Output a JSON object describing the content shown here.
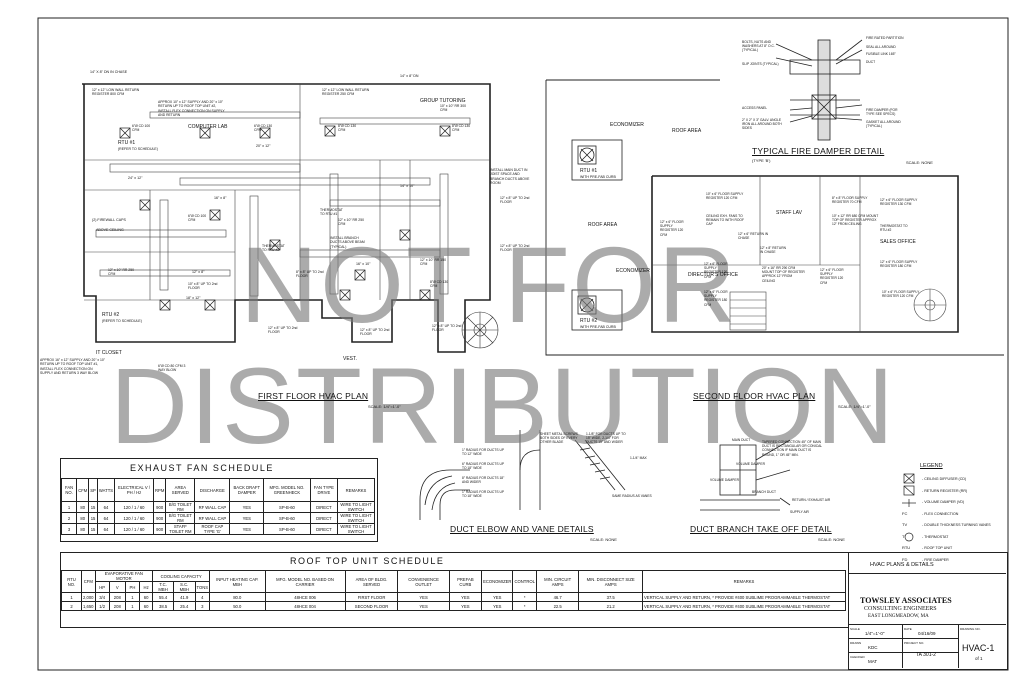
{
  "watermark": {
    "line1": "NOT FOR",
    "line2": "DISTRIBUTION"
  },
  "plans": {
    "first_floor_title": "FIRST FLOOR HVAC PLAN",
    "first_floor_scale": "SCALE: 1/4\"=1'-0\"",
    "second_floor_title": "SECOND FLOOR HVAC PLAN",
    "second_floor_scale": "SCALE: 1/4\"=1'-0\"",
    "fire_damper_title": "TYPICAL FIRE DAMPER DETAIL",
    "fire_damper_type": "(TYPE 'B')",
    "fire_damper_scale": "SCALE: NONE",
    "elbow_title": "DUCT ELBOW AND VANE DETAILS",
    "elbow_scale": "SCALE: NONE",
    "branch_title": "DUCT BRANCH TAKE OFF DETAIL",
    "branch_scale": "SCALE: NONE"
  },
  "room_labels": {
    "computer_lab": "COMPUTER LAB",
    "group_tutoring": "GROUP TUTORING",
    "it_closet": "IT CLOSET",
    "vest": "VEST.",
    "staff_lav": "STAFF LAV",
    "sales_office": "SALES OFFICE",
    "directors_office": "DIRECTOR'S OFFICE",
    "roof_area_1": "ROOF AREA",
    "roof_area_2": "ROOF AREA",
    "economizer_1": "ECONOMIZER",
    "economizer_2": "ECONOMIZER",
    "rtu1": "RTU #1",
    "rtu1_sub": "WITH PRE-FAB CURB",
    "rtu2": "RTU #2",
    "rtu2_sub": "WITH PRE-FAB CURB",
    "rtu1_plan": "RTU #1",
    "rtu1_plan_sub": "(REFER TO SCHEDULE)",
    "rtu2_plan": "RTU #2",
    "rtu2_plan_sub": "(REFER TO SCHEDULE)"
  },
  "plan_notes": [
    "14\" X 8\" DN IN CHASE",
    "12\" x 12\" LOW WALL RETURN REGISTER 800 CFM",
    "APPROX 10\" x 12\" SUPPLY AND 20\" x 10\" RETURN UP TO ROOF TOP UNIT #2, INSTALL FLEX CONNECTION ON SUPPLY AND RETURN",
    "12\" x 12\" LOW WALL RETURN REGISTER 250 CFM",
    "14\" x 8\" DN",
    "10\" x 10\" RR 300 CFM",
    "INSTALL MAIN DUCT IN JOIST SPACE AND BRANCH DUCTS ABOVE ROOM",
    "12\" x 8\" UP TO 2nd FLOOR",
    "12\" x 8\" UP TO 2nd FLOOR",
    "(2) FIREWALL CAPS",
    "ABOVE CEILING",
    "INSTALL BRANCH DUCTS ABOVE BEAM (TYPICAL)",
    "THERMOSTAT TO RTU #2",
    "THERMOSTAT TO RTU #1",
    "12\" x 10\" RR 250 CFM",
    "12\" x 10\" RR 250 CFM",
    "12\" x 10\" RR 150 CFM",
    "12\" x 8\" UP TO 2nd FLOOR",
    "12\" x 8\" UP TO 2nd FLOOR",
    "10\" x 8\" UP TO 2nd FLOOR",
    "APPROX 16\" x 12\" SUPPLY AND 20\" x 10\" RETURN UP TO ROOF TOP UNIT #1, INSTALL FLEX CONNECTION ON SUPPLY AND RETURN 3 WAY BLOW",
    "6\"Ø CD 80 CFM 3 WAY BLOW",
    "6\"Ø CD 100 CFM",
    "6\"Ø CD 130 CFM",
    "8\"Ø CD 130 CFM",
    "8\"Ø CD 130 CFM",
    "6\"Ø CD 100 CFM",
    "8\"Ø CD 130 CFM",
    "24\" x 12\"",
    "20\" x 12\"",
    "18\" x 12\"",
    "12\" x 8\"",
    "16\" x 8\"",
    "14\" x 10\"",
    "16\" x 10\"",
    "8\" x 8\" UP TO 2nd FLOOR",
    "12\" x 8\" UP TO 2nd FLOOR"
  ],
  "second_floor_notes": [
    "10\" x 6\" FLOOR SUPPLY REGISTER 120 CFM",
    "CEILING EXH. FANS TO REMAIN TO WITH ROOF CAP",
    "12\" x 6\" RETURN IN CHASE",
    "8\" x 8\" FLOOR SUPPLY REGISTER 70 CFM",
    "12\" x 6\" FLOOR SUPPLY REGISTER 130 CFM",
    "10\" x 12\" RR 680 CFM MOUNT TOP OF REGISTER APPROX 12\" FROM CEILING",
    "THERMOSTAT TO RTU #2",
    "12\" x 6\" FLOOR SUPPLY REGISTER 120 CFM",
    "12\" x 8\" RETURN IN CHASE",
    "20\" x 16\" RR 290 CFM MOUNT TOP OF REGISTER APPROX 12\" FROM CEILING",
    "12\" x 6\" FLOOR SUPPLY REGISTER 180 CFM",
    "12\" x 6\" FLOOR SUPPLY REGISTER 180 CFM",
    "10\" x 6\" FLOOR SUPPLY REGISTER 120 CFM",
    "12\" x 6\" FLOOR SUPPLY REGISTER 120 CFM",
    "12\" x 6\" FLOOR SUPPLY REGISTER 120 CFM"
  ],
  "fire_damper_notes": [
    "BOLTS, NUTS AND WASHERS AT 8\" O.C. (TYPICAL)",
    "SLIP JOINTS (TYPICAL)",
    "ACCESS PANEL",
    "2\" X 2\" X 3\" GALV. ANGLE IRON ALL AROUND BOTH SIDES",
    "FIRE RATED PARTITION",
    "SEAL ALL AROUND",
    "FUSIBLE LINK 165°",
    "DUCT",
    "FIRE DAMPER (FOR TYPE SEE SPECS)",
    "GASKET ALL AROUND (TYPICAL)"
  ],
  "elbow_notes": [
    "1\" RADIUS FOR DUCTS UP TO 12\" WIDE",
    "6\" RADIUS FOR DUCTS UP TO 18\" WIDE",
    "8\" RADIUS FOR DUCTS 18\" AND WIDER",
    "1\" RADIUS FOR DUCTS UP TO 18\" WIDE",
    "SHEET METAL SCREWS BOTH SIDES OF EVERY OTHER BLADE",
    "1-1/8\" FOR DUCTS UP TO 15\" WIDE, 2-1/4\" FOR DUCTS 15\" AND WIDER",
    "SAME RADIUS AS VANES",
    "1-1/4\" MAX"
  ],
  "branch_notes": [
    "MAIN DUCT",
    "TAPERED CONNECTION 45° OF MAIN DUCT IS RECTANGULAR OR CONICAL CONNECTION IF MAIN DUCT IS ROUND, 1\" OR 45° MIN.",
    "VOLUME DAMPER",
    "BRANCH DUCT",
    "SUPPLY AIR",
    "RETURN / EXHAUST AIR",
    "VOLUME DAMPER"
  ],
  "legend": {
    "title": "LEGEND",
    "items": [
      {
        "sym": "",
        "text": "- CEILING DIFFUSER (CD)"
      },
      {
        "sym": "",
        "text": "- RETURN REGISTER (RR)"
      },
      {
        "sym": "",
        "text": "- VOLUME DAMPER (VD)"
      },
      {
        "sym": "FC",
        "text": "- FLEX CONNECTION"
      },
      {
        "sym": "TV",
        "text": "- DOUBLE THICKNESS TURNING VANES"
      },
      {
        "sym": "T",
        "text": "- THERMOSTAT"
      },
      {
        "sym": "RTU",
        "text": "- ROOF TOP UNIT"
      },
      {
        "sym": "FD",
        "text": "- FIRE DAMPER"
      }
    ]
  },
  "exhaust_fan_schedule": {
    "title": "EXHAUST FAN SCHEDULE",
    "headers": [
      "FAN NO.",
      "CFM",
      "SP",
      "WATTS",
      "ELECTRICAL V / PH / Hz",
      "RPM",
      "AREA SERVED",
      "DISCHARGE",
      "BACK DRAFT DAMPER",
      "MFG. MODEL NO. GREENHECK",
      "FAN TYPE DRIVE",
      "REMARKS"
    ],
    "rows": [
      [
        "1",
        "80",
        "15",
        "64",
        "120 / 1 / 60",
        "900",
        "B/G TOILET RM",
        "RF WALL CAP",
        "YES",
        "SP-B-60",
        "DIRECT",
        "WIRE TO LIGHT SWITCH"
      ],
      [
        "2",
        "80",
        "15",
        "64",
        "120 / 1 / 60",
        "900",
        "B/G TOILET RM",
        "RF WALL CAP",
        "YES",
        "SP-B-60",
        "DIRECT",
        "WIRE TO LIGHT SWITCH"
      ],
      [
        "3",
        "80",
        "15",
        "64",
        "120 / 1 / 60",
        "900",
        "STAFF TOILET RM",
        "ROOF CAP TYPE 'G'",
        "YES",
        "SP-B-60",
        "DIRECT",
        "WIRE TO LIGHT SWITCH"
      ]
    ]
  },
  "rooftop_schedule": {
    "title": "ROOF TOP UNIT SCHEDULE",
    "group_evap": "EVAPORATIVE FAN MOTOR",
    "group_cool": "COOLING CAPACITY",
    "headers_top": [
      "RTU NO.",
      "CFM",
      "INPUT HEATING CAP. MBH",
      "MFG. MODEL NO. BASED ON CARRIER",
      "AREA OF BLDG. SERVED",
      "CONVENIENCE OUTLET",
      "PREFAB CURB",
      "ECONOMIZER",
      "CONTROL",
      "MIN. CIRCUIT AMPS",
      "MIN. DISCONNECT SIZE AMPS",
      "REMARKS"
    ],
    "headers_sub": [
      "HP",
      "V",
      "PH",
      "Hz",
      "T.C. MBH",
      "S.C. MBH",
      "TONS"
    ],
    "rows": [
      [
        "1",
        "2,000",
        "3/4",
        "208",
        "1",
        "60",
        "55.4",
        "41.9",
        "4",
        "80.0",
        "48HCE 006",
        "FIRST FLOOR",
        "YES",
        "YES",
        "YES",
        "*",
        "46.7",
        "37.5",
        "VERTICAL SUPPLY AND RETURN, * PROVIDE #400 SUBLIME PROGRAMMABLE THERMOSTAT"
      ],
      [
        "2",
        "1,650",
        "1/2",
        "208",
        "1",
        "60",
        "38.5",
        "25.4",
        "3",
        "50.0",
        "48HCE 004",
        "SECOND FLOOR",
        "YES",
        "YES",
        "YES",
        "*",
        "22.5",
        "21.2",
        "VERTICAL SUPPLY AND RETURN, * PROVIDE #400 SUBLIME PROGRAMMABLE THERMOSTAT"
      ]
    ]
  },
  "title_block": {
    "sheet_title": "HVAC PLANS & DETAILS",
    "firm": "TOWSLEY ASSOCIATES",
    "firm_sub": "CONSULTING ENGINEERS",
    "firm_city": "EAST LONGMEADOW, MA",
    "scale_label": "SCALE",
    "scale": "1/4\"=1'-0\"",
    "date_label": "DATE",
    "date": "04/16/09",
    "drawing_no_label": "DRAWING NO.",
    "drawn_label": "DRAWN",
    "drawn": "KDC",
    "project_label": "PROJECT NO.",
    "project": "TA 301-2",
    "checked_label": "CHECKED",
    "checked": "MAT",
    "sheet_no": "HVAC-1",
    "sheet_of": "of 1"
  }
}
